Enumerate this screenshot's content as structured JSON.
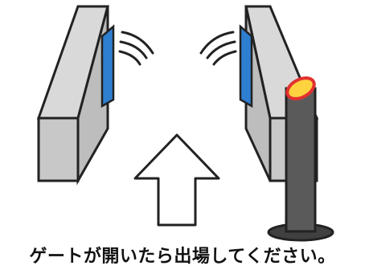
{
  "caption": "ゲートが開いたら出場してください。",
  "colors": {
    "gate_body": "#c8c8c8",
    "gate_outline": "#222222",
    "sensor_panel": "#2f7fd1",
    "post": "#5a5a5a",
    "post_base": "#404040",
    "post_cap_fill": "#ffd23f",
    "post_cap_ring": "#e23030",
    "arrow_fill": "#ffffff"
  },
  "icons": {
    "left_gate": "exit-gate-left",
    "right_gate": "exit-gate-right",
    "signal_waves": "wireless-signal-icon",
    "direction_arrow": "up-arrow-icon",
    "post": "bollard-with-light"
  }
}
